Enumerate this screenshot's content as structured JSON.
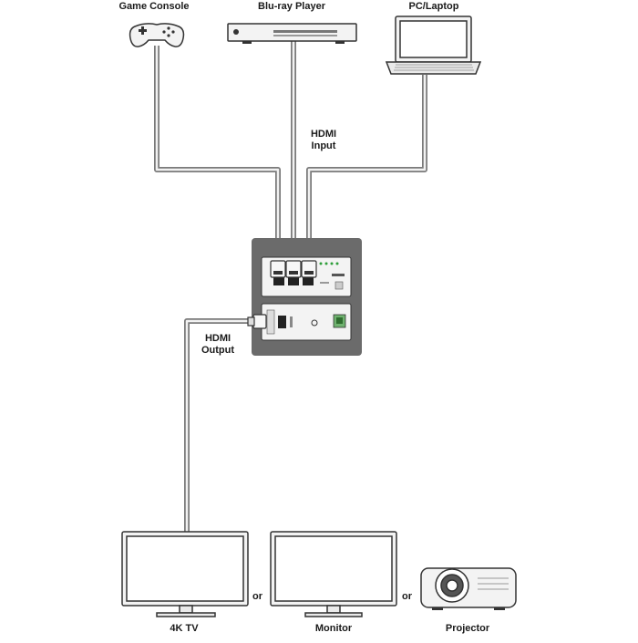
{
  "sources": {
    "game_console": "Game Console",
    "bluray_player": "Blu-ray Player",
    "pc_laptop": "PC/Laptop"
  },
  "hdmi_input": {
    "line1": "HDMI",
    "line2": "Input"
  },
  "hdmi_output": {
    "line1": "HDMI",
    "line2": "Output"
  },
  "displays": {
    "tv": "4K TV",
    "monitor": "Monitor",
    "projector": "Projector"
  },
  "separators": {
    "or_1": "or",
    "or_2": "or"
  },
  "colors": {
    "cable_outer": "#7a7a7a",
    "cable_inner": "#f2f2f2",
    "wall_plate": "#6b6b6b",
    "device_fill": "#f3f3f3",
    "device_stroke": "#333333",
    "status_led": "#2e9e3a"
  }
}
